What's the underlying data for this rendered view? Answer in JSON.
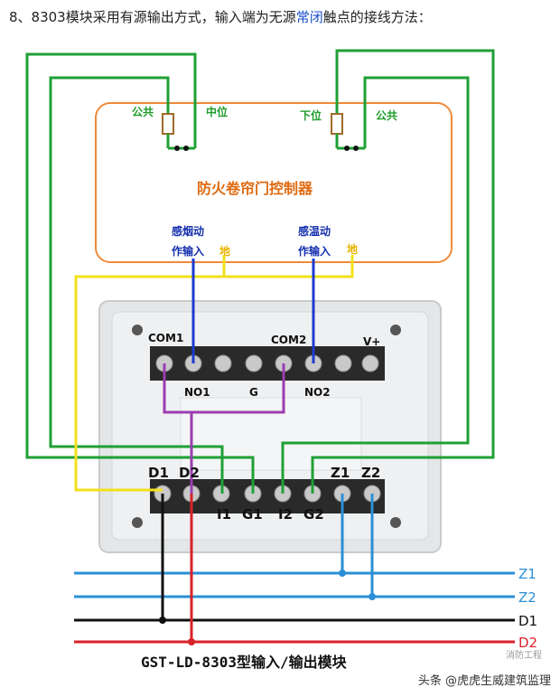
{
  "heading": {
    "prefix": "8、8303模块采用有源输出方式，输入端为无源",
    "highlight": "常闭",
    "suffix": "触点的接线方法："
  },
  "controller": {
    "title": "防火卷帘门控制器",
    "left_common": "公共",
    "left_mid": "中位",
    "right_low": "下位",
    "right_common": "公共",
    "smoke_line1": "感烟动",
    "smoke_line2": "作输入",
    "heat_line1": "感温动",
    "heat_line2": "作输入",
    "ground_left": "地",
    "ground_right": "地"
  },
  "module": {
    "top_labels": {
      "com1": "COM1",
      "com2": "COM2",
      "vplus": "V+",
      "no1": "NO1",
      "g": "G",
      "no2": "NO2"
    },
    "bottom_labels": {
      "d1": "D1",
      "d2": "D2",
      "i1": "I1",
      "g1": "G1",
      "i2": "I2",
      "g2": "G2",
      "z1": "Z1",
      "z2": "Z2"
    },
    "model_caption": "GST-LD-8303型输入/输出模块"
  },
  "bus": {
    "z1": "Z1",
    "z2": "Z2",
    "d1": "D1",
    "d2": "D2",
    "colors": {
      "z": "#2b8fd6",
      "d1": "#111111",
      "d2": "#d8222a"
    }
  },
  "watermark": {
    "text": "头条 @虎虎生威建筑监理",
    "faded": "消防工程"
  }
}
